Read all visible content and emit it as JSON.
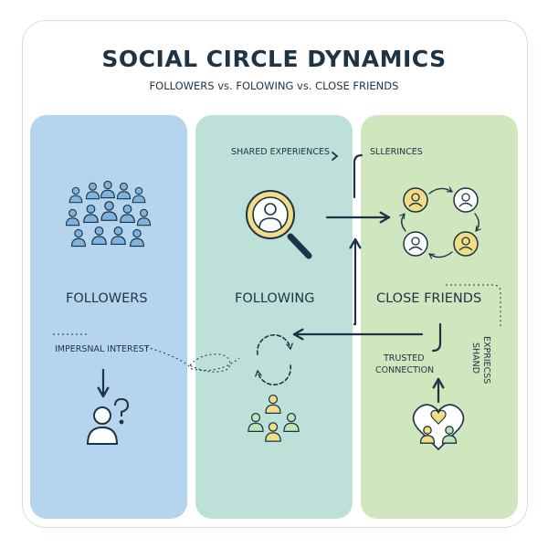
{
  "title": "SOCIAL CIRCLE DYNAMICS",
  "subtitle": "FOLLOWERS vs. FOLOWING vs. CLOSE FRIENDS",
  "columns": {
    "followers": {
      "label": "FOLLOWERS",
      "color": "#b5d5ef"
    },
    "following": {
      "label": "FOLLOWING",
      "color": "#bde0d9"
    },
    "close_friends": {
      "label": "CLOSE FRIENDS",
      "color": "#cfe6be"
    }
  },
  "annotations": {
    "shared_experiences": "SHARED EXPERIENCES",
    "sllerinces": "SLLERINCES",
    "impersonal_interest": "IMPERSNAL INTEREST",
    "trusted_line1": "TRUSTED",
    "trusted_line2": "CONNECTION",
    "expressed_line1": "EXPRIECSS",
    "expressed_line2": "SHAND"
  },
  "icons": {
    "crowd": "crowd-icon",
    "magnifier": "magnifier-user-icon",
    "friend_cycle": "friend-cycle-icon",
    "question_person": "question-person-icon",
    "refresh": "refresh-cycle-icon",
    "group": "group-icon",
    "heart_couple": "heart-couple-icon"
  },
  "colors": {
    "ink": "#1d3446",
    "icon_blue": "#7fb3dd",
    "icon_yellow": "#f3dc86"
  }
}
